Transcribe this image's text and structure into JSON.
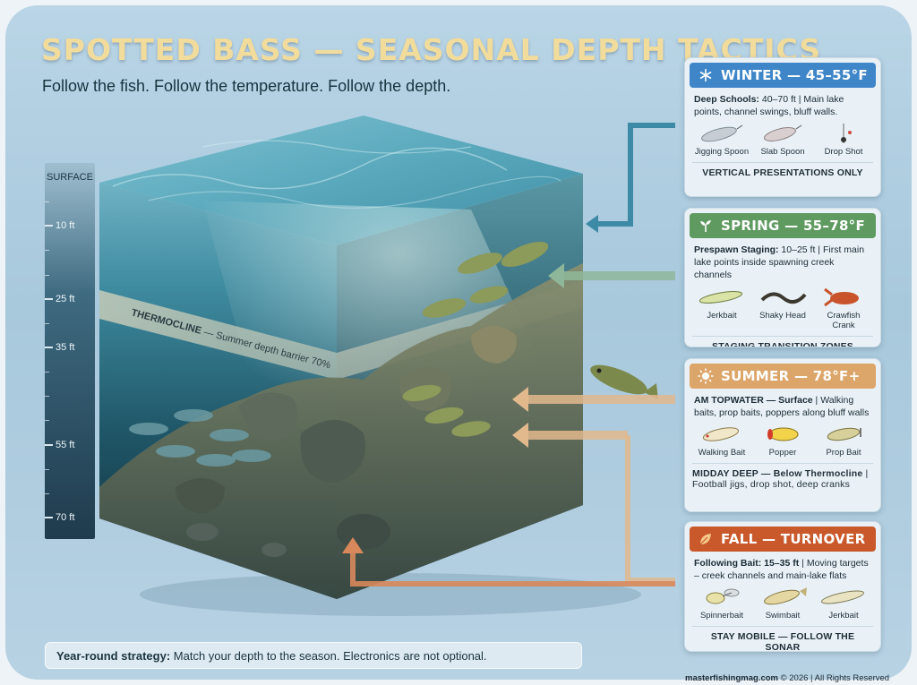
{
  "header": {
    "title": "SPOTTED BASS — SEASONAL DEPTH TACTICS",
    "subtitle": "Follow the fish. Follow the temperature. Follow the depth."
  },
  "scale": {
    "ticks": [
      {
        "label": "SURFACE",
        "depth_ft": 0
      },
      {
        "label": "10 ft",
        "depth_ft": 10
      },
      {
        "label": "25 ft",
        "depth_ft": 25
      },
      {
        "label": "35 ft",
        "depth_ft": 35
      },
      {
        "label": "55 ft",
        "depth_ft": 55
      },
      {
        "label": "70 ft",
        "depth_ft": 70
      }
    ]
  },
  "thermocline": {
    "label": "THERMOCLINE",
    "note": " — Summer depth barrier 70%"
  },
  "colors": {
    "winter": "#3f86c9",
    "spring": "#5f9a61",
    "summer": "#dca56a",
    "fall": "#c9582b",
    "title": "#f2dc9c"
  },
  "seasons": {
    "winter": {
      "title": "WINTER — 45–55°F",
      "icon": "snowflake-icon",
      "desc_bold": "Deep Schools:",
      "desc": " 40–70 ft | Main lake points, channel swings, bluff walls.",
      "lures": [
        "Jigging Spoon",
        "Slab Spoon",
        "Drop Shot"
      ],
      "footer": "VERTICAL PRESENTATIONS ONLY"
    },
    "spring": {
      "title": "SPRING — 55–78°F",
      "icon": "sprout-icon",
      "desc_bold": "Prespawn Staging:",
      "desc": " 10–25 ft | First main lake points inside spawning creek channels",
      "lures": [
        "Jerkbait",
        "Shaky Head",
        "Crawfish Crank"
      ],
      "footer": "STAGING TRANSITION ZONES"
    },
    "summer": {
      "title": "SUMMER — 78°F+",
      "icon": "sun-icon",
      "desc_bold": "AM TOPWATER — Surface",
      "desc": " | Walking baits, prop baits, poppers along bluff walls",
      "lures": [
        "Walking Bait",
        "Popper",
        "Prop Bait"
      ],
      "footer_bold": "MIDDAY DEEP — Below Thermocline",
      "footer": " | Football jigs, drop shot, deep cranks"
    },
    "fall": {
      "title": "FALL — TURNOVER",
      "icon": "leaf-icon",
      "desc_bold": "Following Bait: 15–35 ft",
      "desc": " | Moving targets – creek channels and main-lake flats",
      "lures": [
        "Spinnerbait",
        "Swimbait",
        "Jerkbait"
      ],
      "footer": "STAY MOBILE — FOLLOW THE SONAR"
    }
  },
  "footer": {
    "strategy_bold": "Year-round strategy:",
    "strategy": " Match your depth to the season. Electronics are not optional.",
    "credit_bold": "masterfishingmag.com",
    "credit": " © 2026 | All Rights Reserved"
  }
}
